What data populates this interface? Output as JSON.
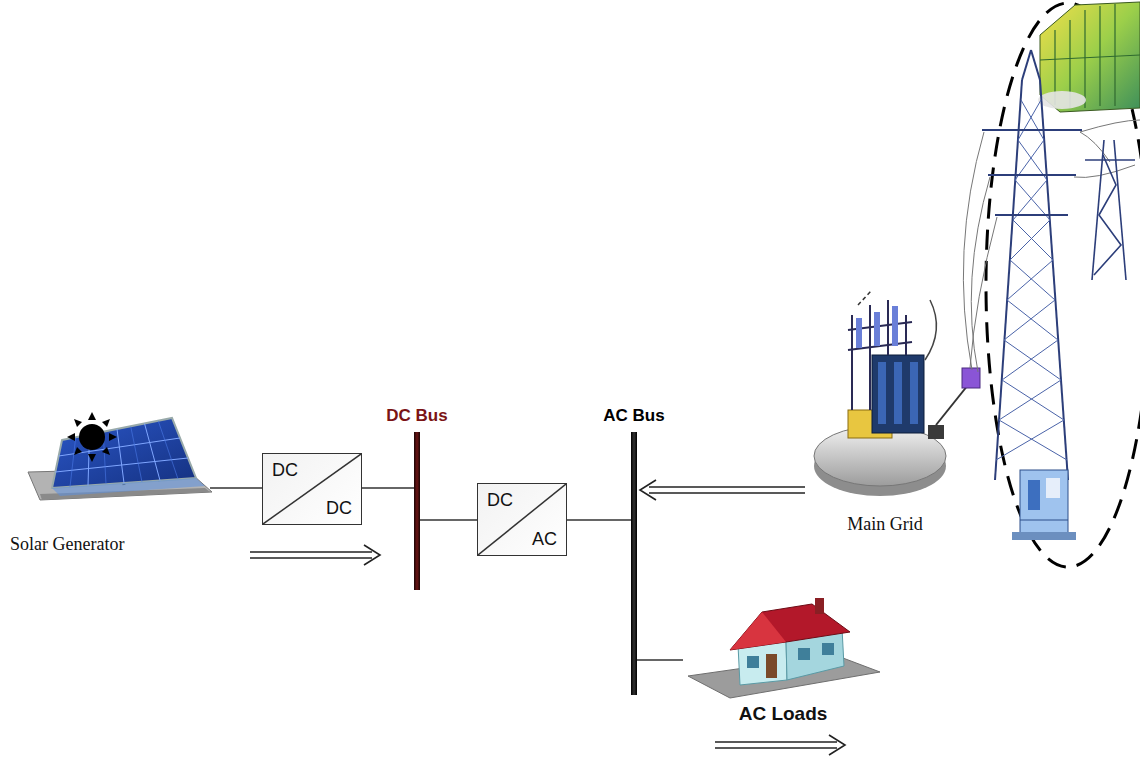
{
  "diagram": {
    "nodes": [
      {
        "text": [
          "Solar Generator"
        ]
      },
      {
        "text": [
          "DC",
          "DC"
        ]
      },
      {
        "text": [
          "DC Bus"
        ]
      },
      {
        "text": [
          "DC",
          "AC"
        ]
      },
      {
        "text": [
          "AC Bus"
        ]
      },
      {
        "text": [
          "Main Grid"
        ]
      },
      {
        "text": [
          "AC Loads"
        ]
      }
    ],
    "edges": [
      {
        "from": 0,
        "to": 1,
        "arrow": "none"
      },
      {
        "from": 1,
        "to": 2,
        "arrow": "none"
      },
      {
        "from": 2,
        "to": 3,
        "arrow": "none"
      },
      {
        "from": 3,
        "to": 4,
        "arrow": "none"
      },
      {
        "from": 4,
        "to": 6,
        "arrow": "none"
      },
      {
        "from": 5,
        "to": 4,
        "arrow": "to"
      }
    ]
  }
}
